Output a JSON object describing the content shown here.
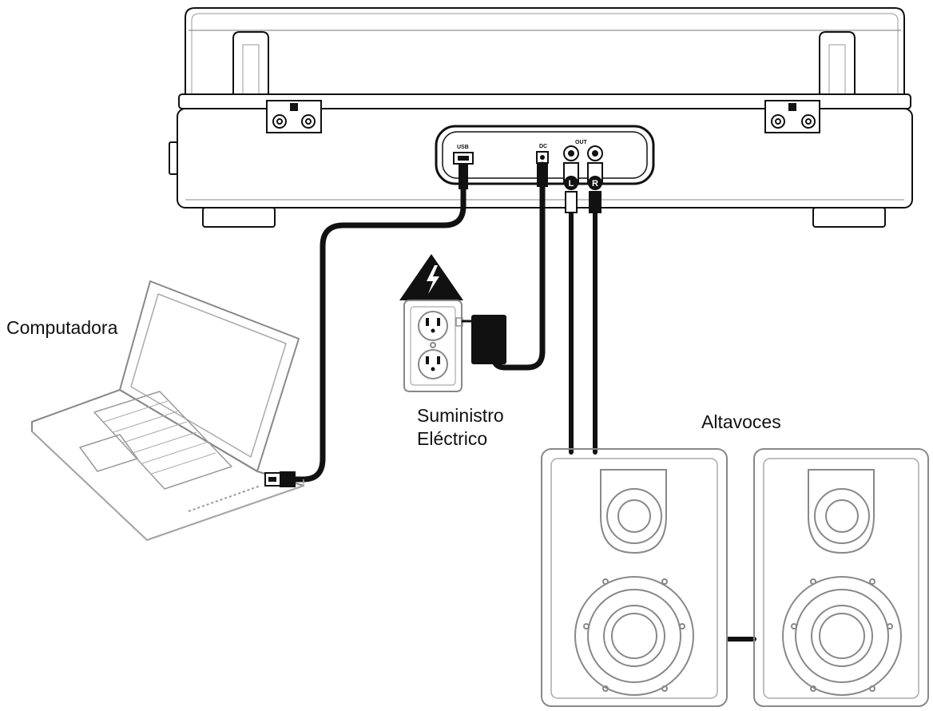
{
  "labels": {
    "computer": "Computadora",
    "power_line1": "Suministro",
    "power_line2": "Eléctrico",
    "speakers": "Altavoces"
  },
  "ports": {
    "usb": "USB",
    "dc": "DC",
    "out": "OUT",
    "left": "L",
    "right": "R"
  },
  "colors": {
    "line": "#111111",
    "laptop_line": "#888888",
    "background": "#ffffff"
  }
}
